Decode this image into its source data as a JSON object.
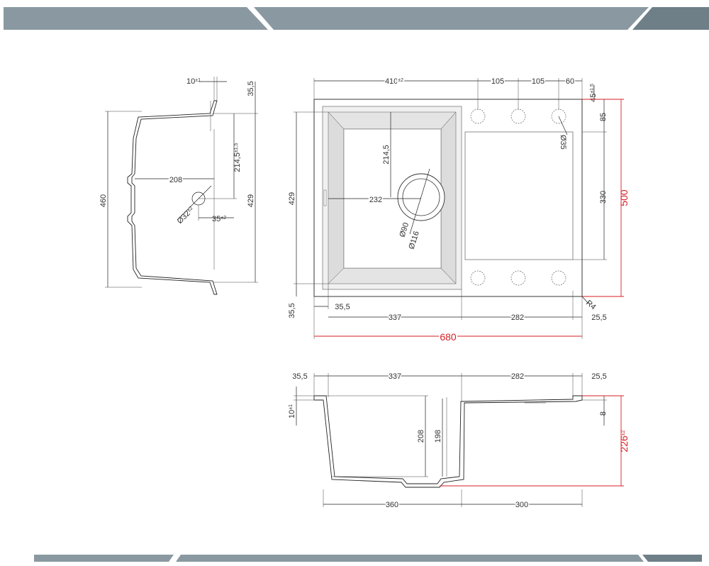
{
  "colors": {
    "banner": "#8a99a1",
    "banner_dark": "#6e7f88",
    "red": "#d51f25",
    "line": "#222222"
  },
  "side_view": {
    "top_left_tol": "10",
    "top_left_tol_sup": "±1",
    "top_right": "35,5",
    "overall_height": "460",
    "inner_height": "429",
    "width_208": "208",
    "depth_214": "214,5",
    "depth_214_sup": "±1,5",
    "hole_dia": "Ø32",
    "hole_dia_sup": "±2",
    "offset_35": "35",
    "offset_35_sup": "±2"
  },
  "top_view": {
    "width_410": "410",
    "width_410_sup": "±2",
    "hole_spacing_1": "105",
    "hole_spacing_2": "105",
    "edge_60": "60",
    "edge_45": "45",
    "edge_45_sup": "±1,5",
    "offset_85": "85",
    "tap_dia": "Ø35",
    "drain_depth": "214,5",
    "drain_offset": "232",
    "drain_inner": "Ø90",
    "drain_outer": "Ø116",
    "height_429": "429",
    "drainer_330": "330",
    "total_500": "500",
    "bottom_35_a": "35,5",
    "bottom_35_b": "35,5",
    "bowl_width": "337",
    "drainer_width": "282",
    "edge_25": "25,5",
    "radius": "R4",
    "total_680": "680"
  },
  "section_view": {
    "left_35": "35,5",
    "bowl_337": "337",
    "drainer_282": "282",
    "right_25": "25,5",
    "rim_10": "10",
    "rim_10_sup": "±1",
    "depth_208": "208",
    "depth_198": "198",
    "right_8": "8",
    "total_226": "226",
    "total_226_sup": "±2",
    "bottom_360": "360",
    "bottom_300": "300"
  }
}
